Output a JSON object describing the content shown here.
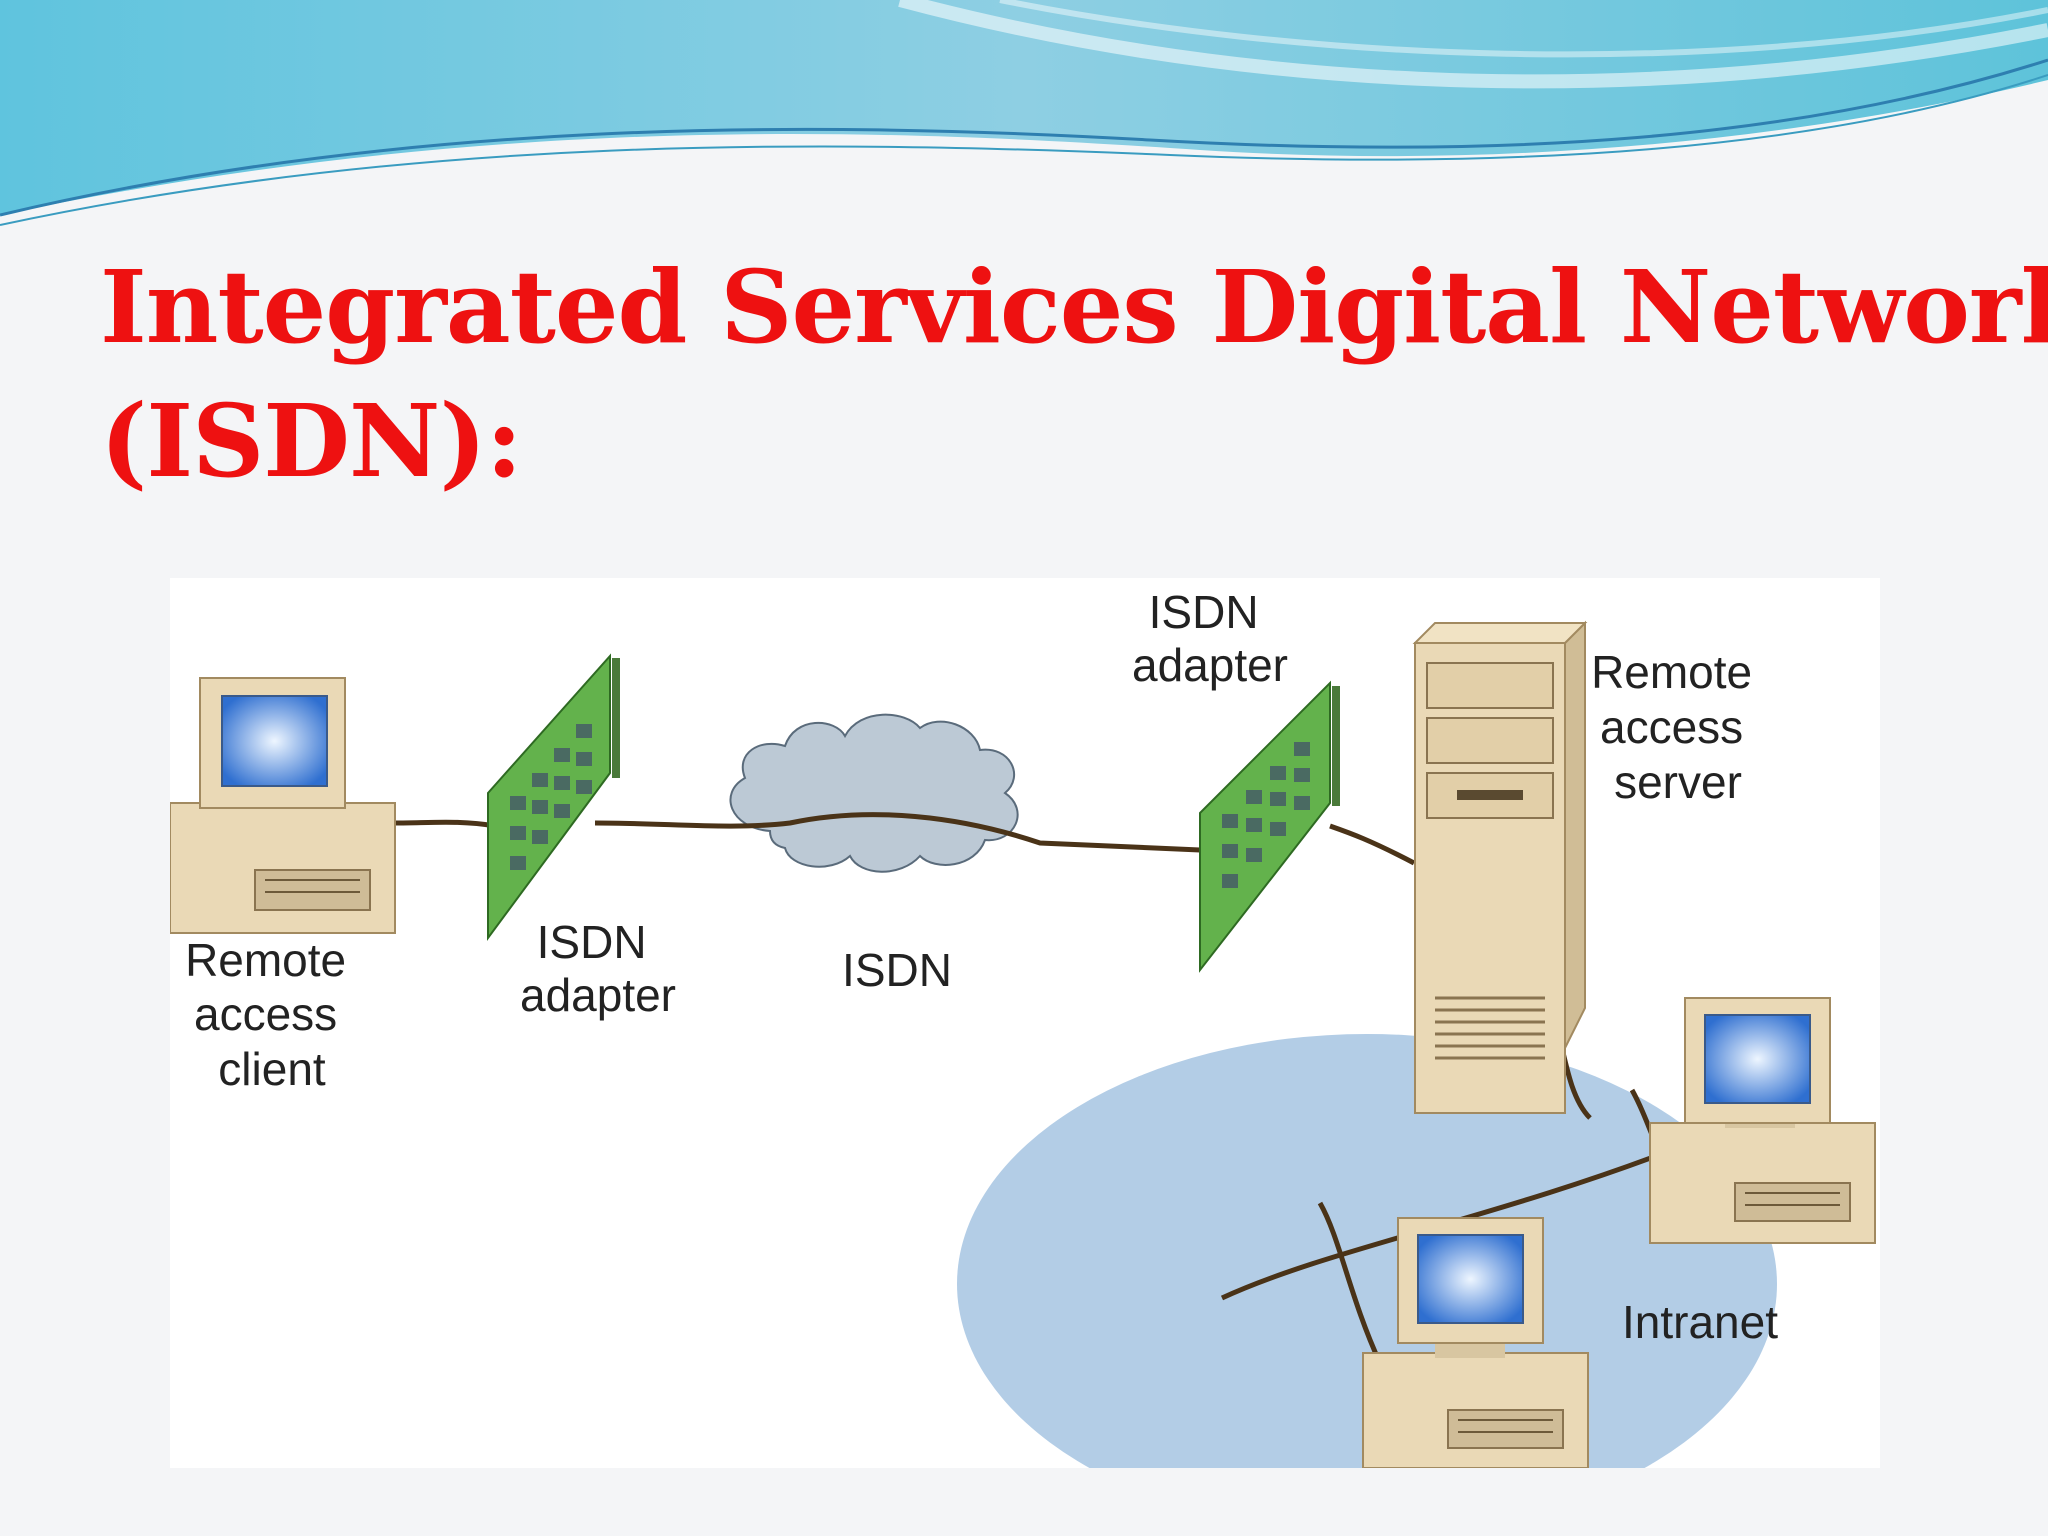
{
  "slide": {
    "title_line1": "Integrated Services Digital Network",
    "title_line2": "(ISDN):"
  },
  "diagram": {
    "client_label": [
      "Remote",
      "access",
      "client"
    ],
    "left_adapter_label": [
      "ISDN",
      "adapter"
    ],
    "cloud_label": "ISDN",
    "right_adapter_label": [
      "ISDN",
      "adapter"
    ],
    "server_label": [
      "Remote",
      "access",
      "server"
    ],
    "intranet_label": "Intranet"
  },
  "icons": [
    "desktop-computer-icon",
    "isdn-adapter-card-icon",
    "network-cloud-icon",
    "tower-server-icon"
  ],
  "colors": {
    "title": "#ee1111",
    "banner": "#8ecfe3",
    "intranet_ellipse": "#b3cde6",
    "cable": "#4a3318",
    "card": "#63b24c",
    "computer_case": "#ead9b6",
    "screen": "#bcd9f4"
  }
}
